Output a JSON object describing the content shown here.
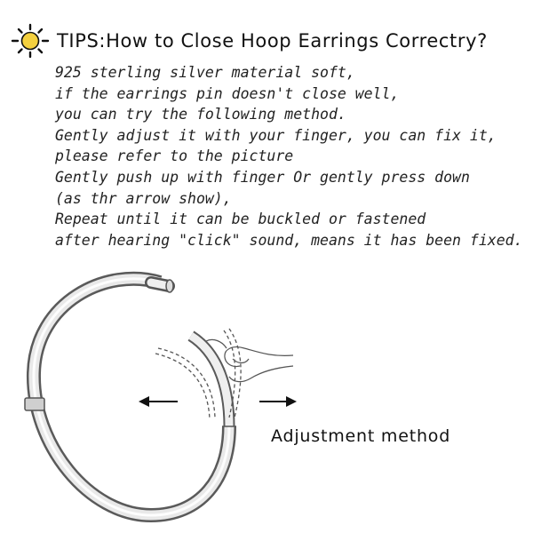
{
  "header": {
    "title": "TIPS:How to Close Hoop Earrings Correctry?",
    "icon": "sun-icon",
    "icon_color": "#f4d03f"
  },
  "instructions": [
    "925 sterling silver material soft,",
    "if the earrings pin doesn't close well,",
    "you can try the following method.",
    "Gently adjust it with your finger, you can fix it,",
    "please refer to the picture",
    "Gently push up with finger Or gently press down",
    "(as thr arrow show),",
    "Repeat until it can be buckled or fastened",
    "after hearing \"click\" sound, means it has been fixed."
  ],
  "illustration": {
    "caption": "Adjustment method",
    "left_arrow_icon": "arrow-left-icon",
    "right_arrow_icon": "arrow-right-icon",
    "hand_icon": "hand-icon"
  }
}
